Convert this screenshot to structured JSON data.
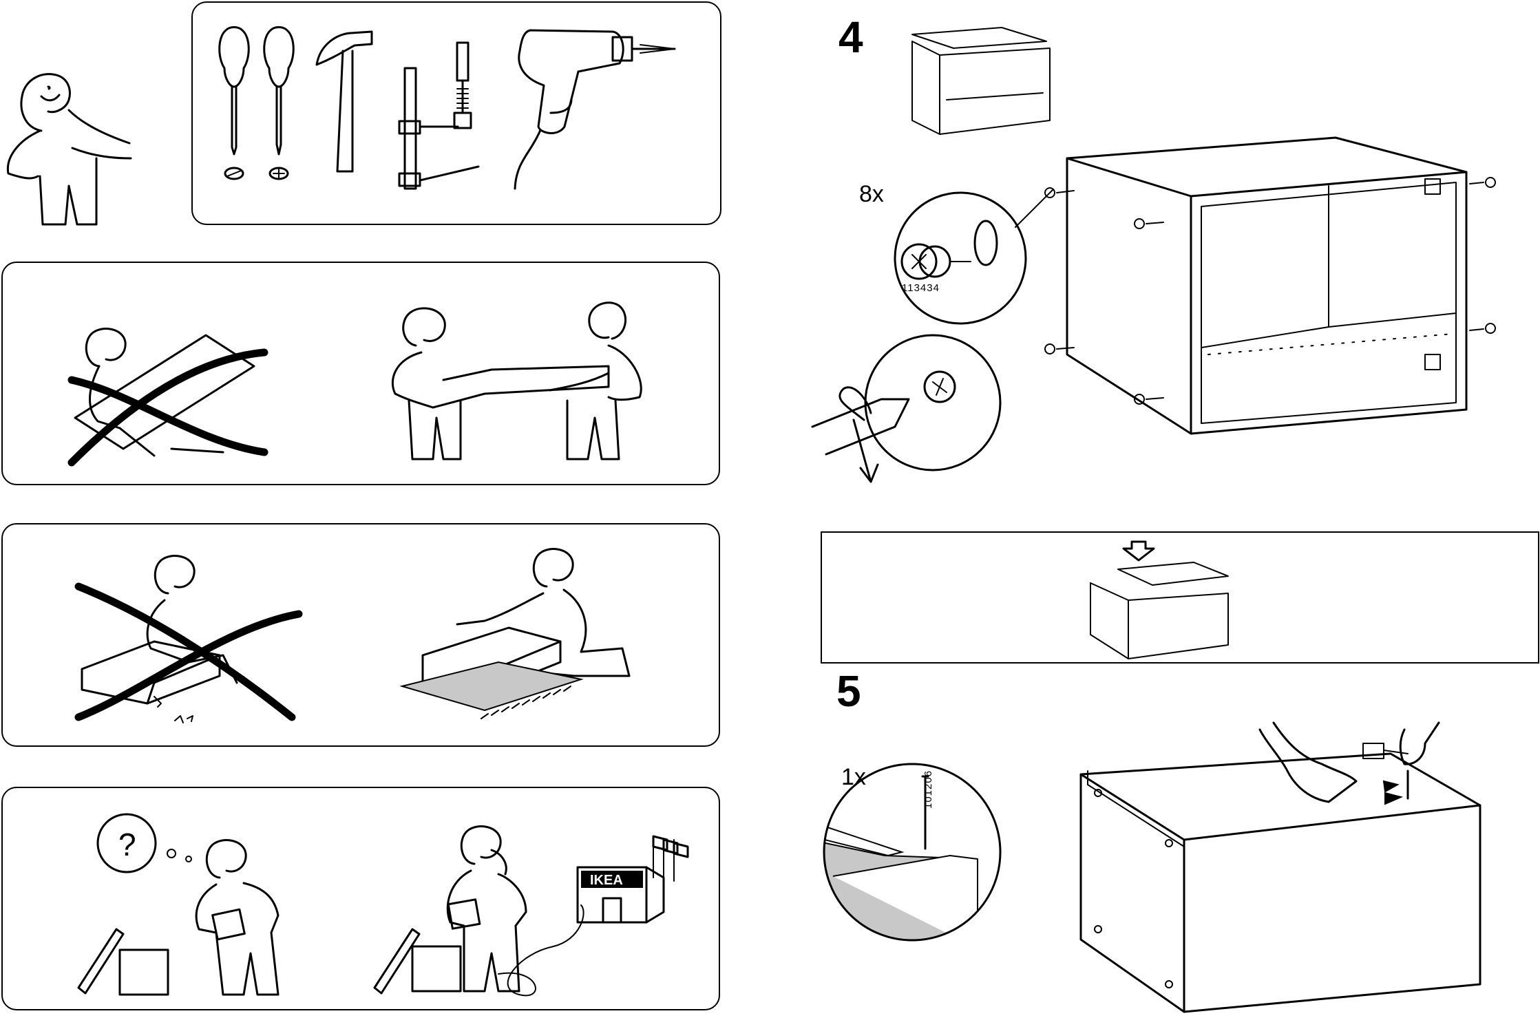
{
  "panels": {
    "tools": {
      "figure": "person-icon",
      "tools": [
        "flat-screwdriver-icon",
        "phillips-screwdriver-icon",
        "hammer-icon",
        "clamp-icon",
        "drill-icon"
      ]
    },
    "carry": {
      "wrong": "single-person-carry-icon",
      "right": "two-person-carry-icon"
    },
    "floor": {
      "wrong": "no-protection-floor-icon",
      "right": "rug-protection-icon"
    },
    "help": {
      "question": "?",
      "store_sign": "IKEA"
    }
  },
  "steps": {
    "step4": {
      "number": "4",
      "quantity": "8x",
      "part_number": "113434"
    },
    "step5": {
      "number": "5",
      "quantity": "1x",
      "part_number": "101206"
    }
  },
  "colors": {
    "line": "#000000",
    "background": "#ffffff",
    "shade": "#c8c8c8"
  }
}
